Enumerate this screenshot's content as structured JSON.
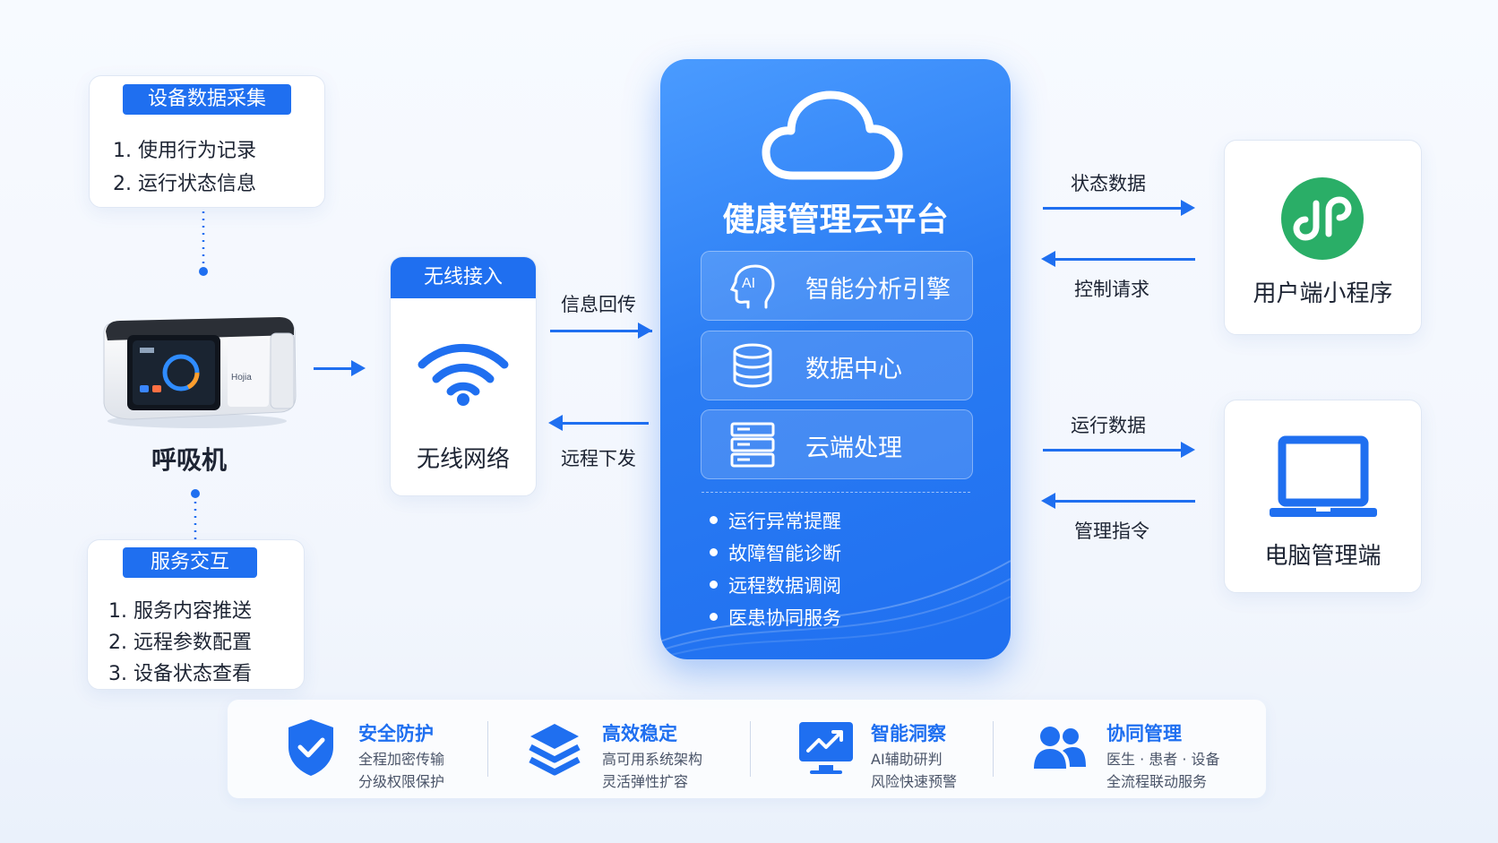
{
  "device_data": {
    "tag": "设备数据采集",
    "items": [
      "1. 使用行为记录",
      "2. 运行状态信息"
    ]
  },
  "ventilator": {
    "label": "呼吸机",
    "brand": "Hojia"
  },
  "service": {
    "tag": "服务交互",
    "items": [
      "1. 服务内容推送",
      "2. 远程参数配置",
      "3. 设备状态查看"
    ]
  },
  "wireless": {
    "tag": "无线接入",
    "label": "无线网络"
  },
  "link_labels": {
    "upload": "信息回传",
    "download": "远程下发"
  },
  "platform": {
    "title": "健康管理云平台",
    "modules": [
      {
        "label": "智能分析引擎",
        "icon": "ai-head-icon"
      },
      {
        "label": "数据中心",
        "icon": "database-icon"
      },
      {
        "label": "云端处理",
        "icon": "server-icon"
      }
    ],
    "features": [
      "运行异常提醒",
      "故障智能诊断",
      "远程数据调阅",
      "医患协同服务"
    ]
  },
  "clients": {
    "miniprogram": {
      "label": "用户端小程序",
      "out": "状态数据",
      "in": "控制请求"
    },
    "pc": {
      "label": "电脑管理端",
      "out": "运行数据",
      "in": "管理指令"
    }
  },
  "bottom_features": [
    {
      "title": "安全防护",
      "lines": [
        "全程加密传输",
        "分级权限保护"
      ],
      "icon": "shield-check-icon"
    },
    {
      "title": "高效稳定",
      "lines": [
        "高可用系统架构",
        "灵活弹性扩容"
      ],
      "icon": "layers-icon"
    },
    {
      "title": "智能洞察",
      "lines": [
        "AI辅助研判",
        "风险快速预警"
      ],
      "icon": "trend-monitor-icon"
    },
    {
      "title": "协同管理",
      "lines": [
        "医生 · 患者 · 设备",
        "全流程联动服务"
      ],
      "icon": "users-icon"
    }
  ],
  "colors": {
    "primary": "#1f6ff0",
    "wechat_green": "#2aae67"
  }
}
